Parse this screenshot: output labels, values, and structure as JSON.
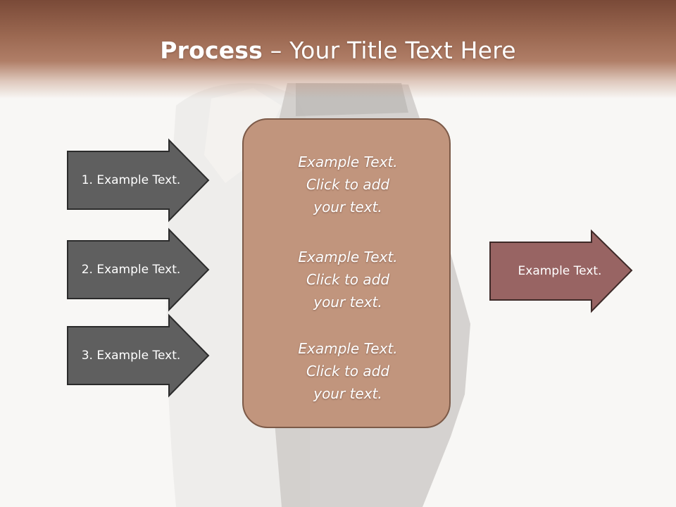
{
  "title": {
    "bold": "Process",
    "dash": " – ",
    "rest": "Your Title Text Here"
  },
  "inputs": [
    {
      "label": "1. Example Text."
    },
    {
      "label": "2. Example Text."
    },
    {
      "label": "3. Example Text."
    }
  ],
  "center_box": {
    "items": [
      {
        "lines": [
          "Example Text.",
          "Click  to add",
          "your text."
        ]
      },
      {
        "lines": [
          "Example Text.",
          "Click  to add",
          "your text."
        ]
      },
      {
        "lines": [
          "Example Text.",
          "Click  to add",
          "your text."
        ]
      }
    ]
  },
  "output": {
    "label": "Example Text."
  },
  "colors": {
    "title_band": "#9a6750",
    "input_arrow_fill": "#5f5f5f",
    "output_arrow_fill": "#986463",
    "center_fill": "#c1957d",
    "center_border": "#7c5a48"
  }
}
